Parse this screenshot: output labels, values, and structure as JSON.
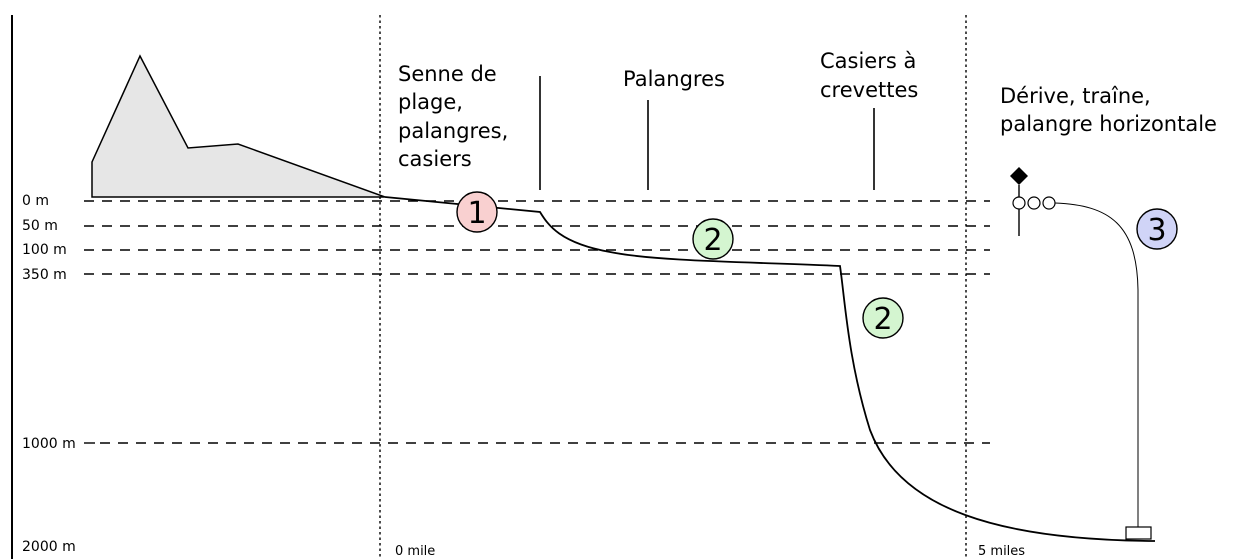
{
  "depth_labels": {
    "d0": "0 m",
    "d50": "50 m",
    "d100": "100 m",
    "d350": "350 m",
    "d1000": "1000 m",
    "d2000": "2000 m"
  },
  "distance_labels": {
    "start": "0 mile",
    "end": "5 miles"
  },
  "zone_labels": {
    "beach": [
      "Senne de",
      "plage,",
      "palangres,",
      "casiers"
    ],
    "longlines": [
      "Palangres"
    ],
    "traps": [
      "Casiers à",
      "crevettes"
    ],
    "drift": [
      "Dérive, traîne,",
      "palangre horizontale"
    ]
  },
  "zone_numbers": {
    "z1": "1",
    "z2a": "2",
    "z2b": "2",
    "z3": "3"
  },
  "colors": {
    "zone1": "#f9d0d0",
    "zone2": "#d4f5d0",
    "zone3": "#d0d4f7",
    "land": "#e6e6e6"
  }
}
